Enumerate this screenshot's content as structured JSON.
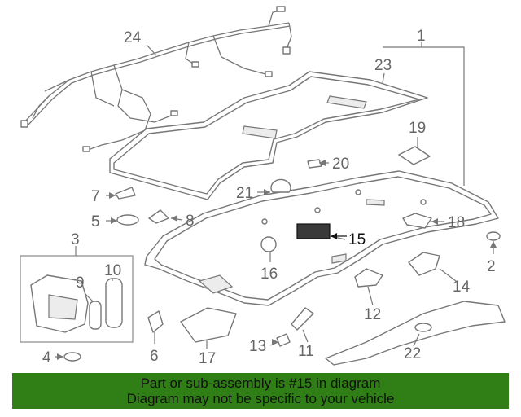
{
  "callouts": {
    "c1": "1",
    "c2": "2",
    "c3": "3",
    "c4": "4",
    "c5": "5",
    "c6": "6",
    "c7": "7",
    "c8": "8",
    "c9": "9",
    "c10": "10",
    "c11": "11",
    "c12": "12",
    "c13": "13",
    "c14": "14",
    "c15": "15",
    "c16": "16",
    "c17": "17",
    "c18": "18",
    "c19": "19",
    "c20": "20",
    "c21": "21",
    "c22": "22",
    "c23": "23",
    "c24": "24"
  },
  "highlight_color": "#2f7e16",
  "banner": {
    "line1": "Part or sub-assembly is #15 in diagram",
    "line2": "Diagram may not be specific to your vehicle"
  }
}
